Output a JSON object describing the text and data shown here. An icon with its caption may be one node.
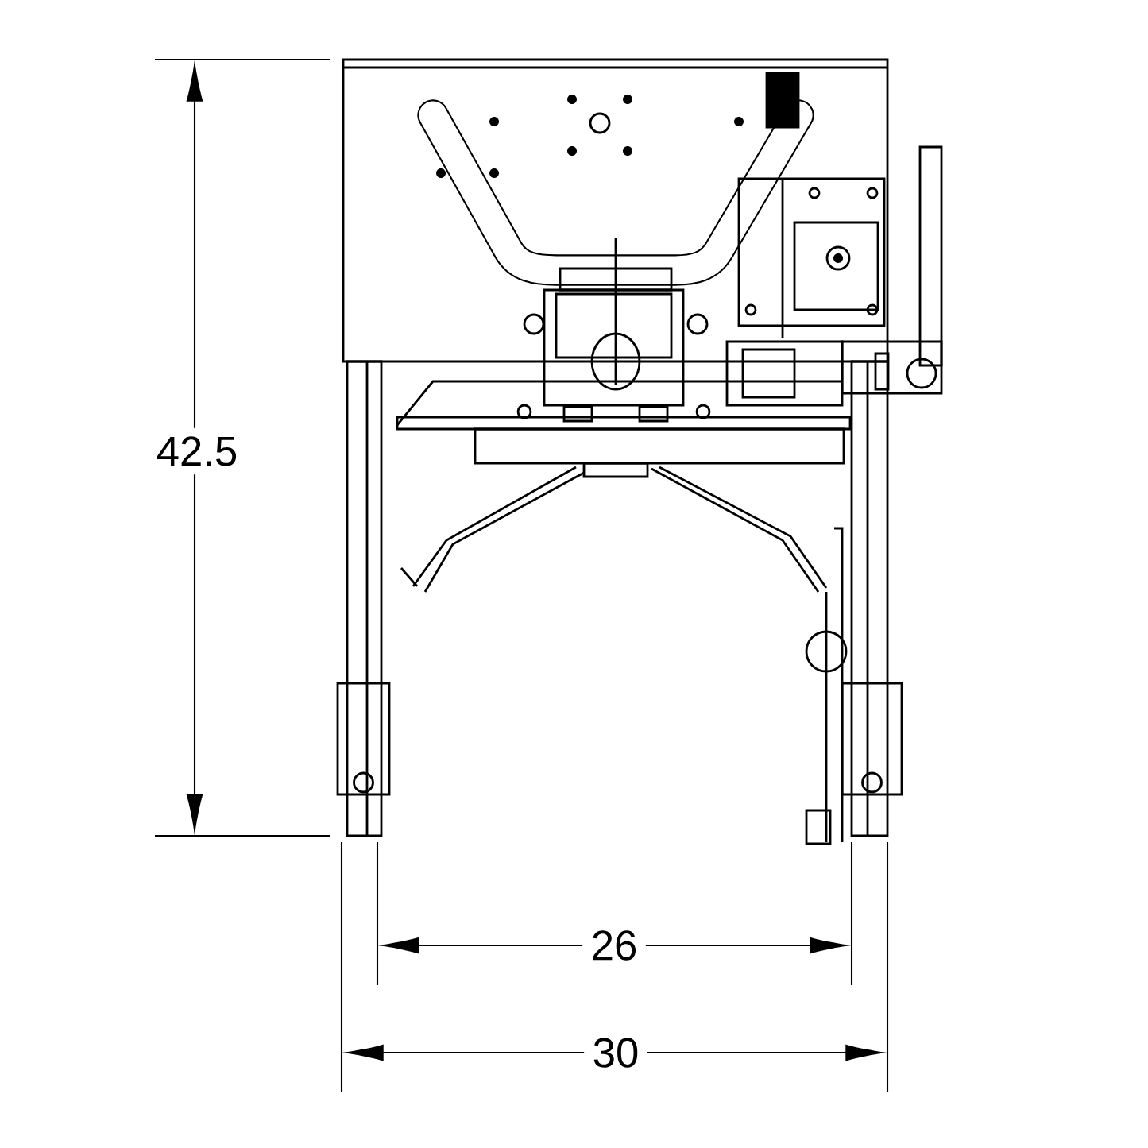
{
  "diagram": {
    "labels": [
      "42.5",
      "26",
      "30"
    ]
  }
}
